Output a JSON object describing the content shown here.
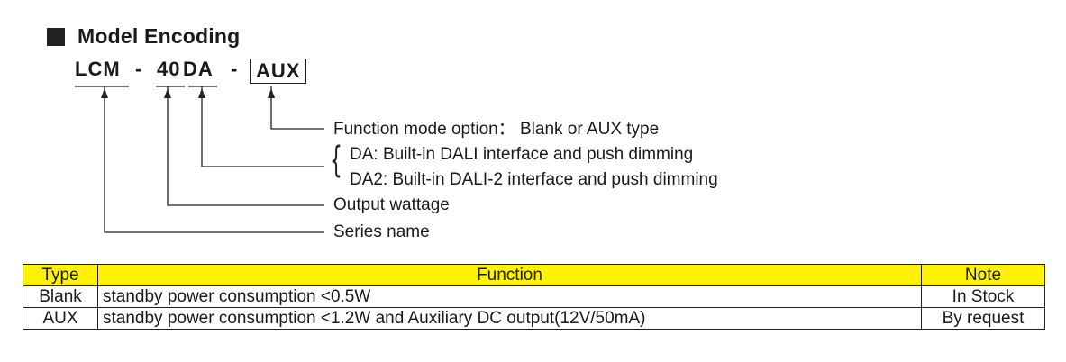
{
  "section_title": "Model Encoding",
  "model_code": {
    "series": "LCM",
    "sep1": "-",
    "wattage": "40",
    "dimming": "DA",
    "sep2": "-",
    "option": "AUX"
  },
  "callouts": {
    "function_mode": "Function mode option： Blank or AUX type",
    "da": "DA: Built-in DALI interface and push dimming",
    "da2": "DA2: Built-in DALI-2 interface and push dimming",
    "output_wattage": "Output wattage",
    "series_name": "Series name"
  },
  "table": {
    "headers": [
      "Type",
      "Function",
      "Note"
    ],
    "rows": [
      {
        "type": "Blank",
        "function": "standby power consumption <0.5W",
        "note": "In Stock"
      },
      {
        "type": "AUX",
        "function": "standby power consumption <1.2W and Auxiliary DC output(12V/50mA)",
        "note": "By request"
      }
    ]
  },
  "colors": {
    "header_bg": "#fff200",
    "text": "#1a1a1a"
  }
}
